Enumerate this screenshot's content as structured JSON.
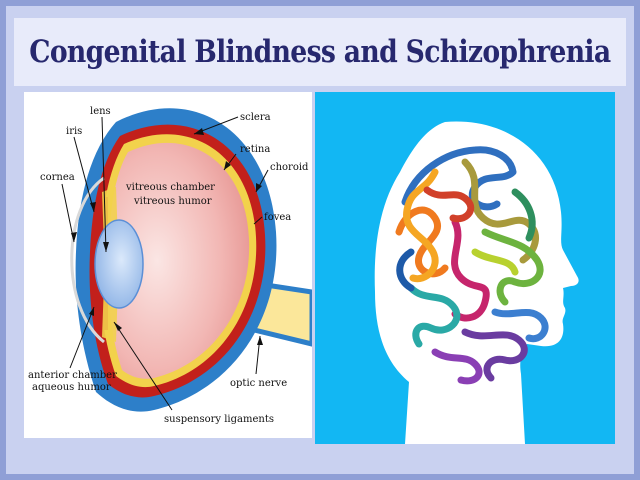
{
  "title": "Congenital Blindness and Schizophrenia",
  "colors": {
    "background": "#8f9fd6",
    "title_text": "#27286e",
    "head_panel": "#12b7f3",
    "vitreous": "#f2b7b4",
    "sclera": "#2d7fc9",
    "retina": "#f2d24c",
    "choroid": "#c2201b",
    "optic_nerve": "#fbe79a"
  },
  "eye_labels": {
    "lens": "lens",
    "iris": "iris",
    "cornea": "cornea",
    "sclera": "sclera",
    "retina": "retina",
    "choroid": "choroid",
    "vitreous_1": "vitreous chamber",
    "vitreous_2": "vitreous humor",
    "fovea": "fovea",
    "anterior_1": "anterior chamber",
    "anterior_2": "aqueous humor",
    "optic_nerve": "optic nerve",
    "ligaments": "suspensory ligaments"
  },
  "icons": {
    "eye": "eye-anatomy-diagram",
    "head": "head-silhouette-with-tangled-brain"
  }
}
